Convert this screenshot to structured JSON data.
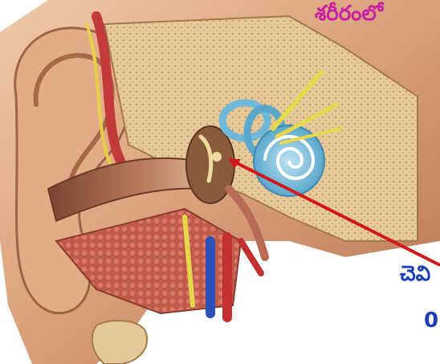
{
  "text": {
    "title": "శరీరంలో",
    "caption_line1": "చెవి",
    "caption_line2": "0"
  },
  "colors": {
    "title": "#c81fa4",
    "caption": "#1a3fb8",
    "pointer": "#d01818"
  }
}
